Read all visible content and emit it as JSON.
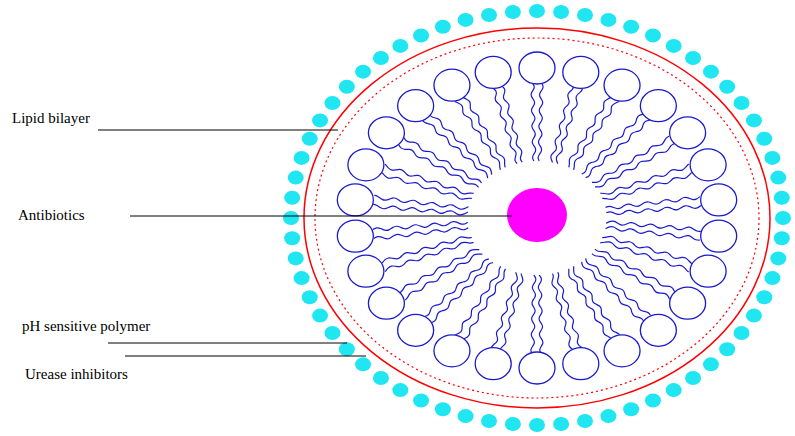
{
  "diagram": {
    "labels": [
      "Lipid bilayer",
      "Antibiotics",
      "pH sensitive polymer",
      "Urease inhibitors"
    ]
  }
}
